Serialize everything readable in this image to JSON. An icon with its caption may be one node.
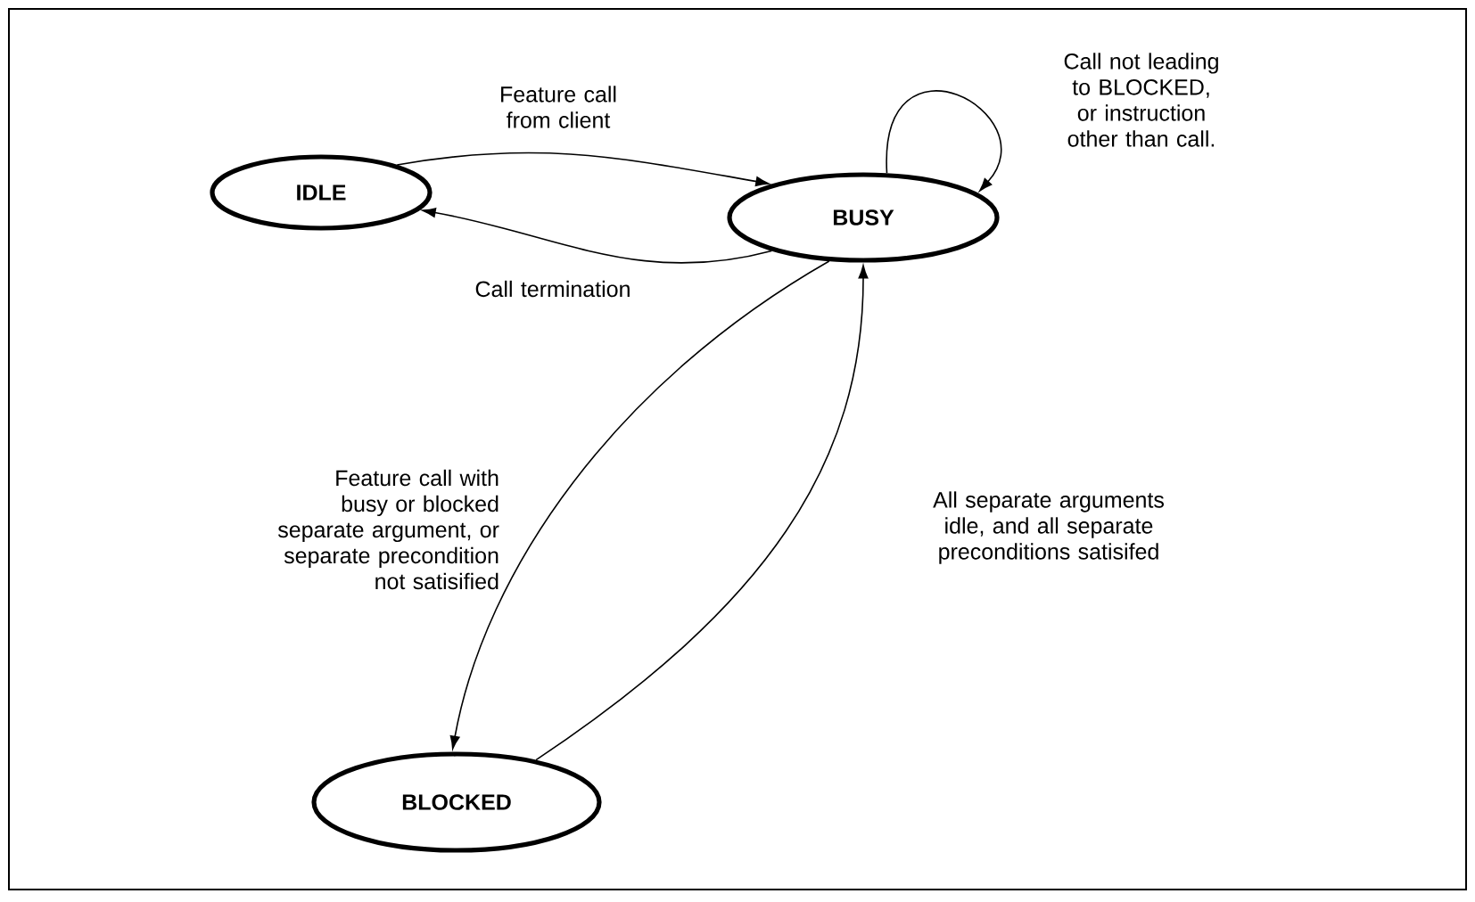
{
  "diagram": {
    "nodes": [
      {
        "text": [
          "IDLE"
        ]
      },
      {
        "text": [
          "BUSY"
        ]
      },
      {
        "text": [
          "BLOCKED"
        ]
      }
    ],
    "edges": [
      {
        "from": 0,
        "to": 1,
        "arrow": "to",
        "label": "Feature call from client"
      },
      {
        "from": 1,
        "to": 0,
        "arrow": "to",
        "label": "Call termination"
      },
      {
        "from": 1,
        "to": 1,
        "arrow": "to",
        "label": "Call not leading to BLOCKED, or instruction other than call."
      },
      {
        "from": 1,
        "to": 2,
        "arrow": "to",
        "label": "Feature call with busy or blocked separate argument, or separate precondition not satisified"
      },
      {
        "from": 2,
        "to": 1,
        "arrow": "to",
        "label": "All separate arguments idle, and all separate preconditions satisifed"
      }
    ]
  }
}
